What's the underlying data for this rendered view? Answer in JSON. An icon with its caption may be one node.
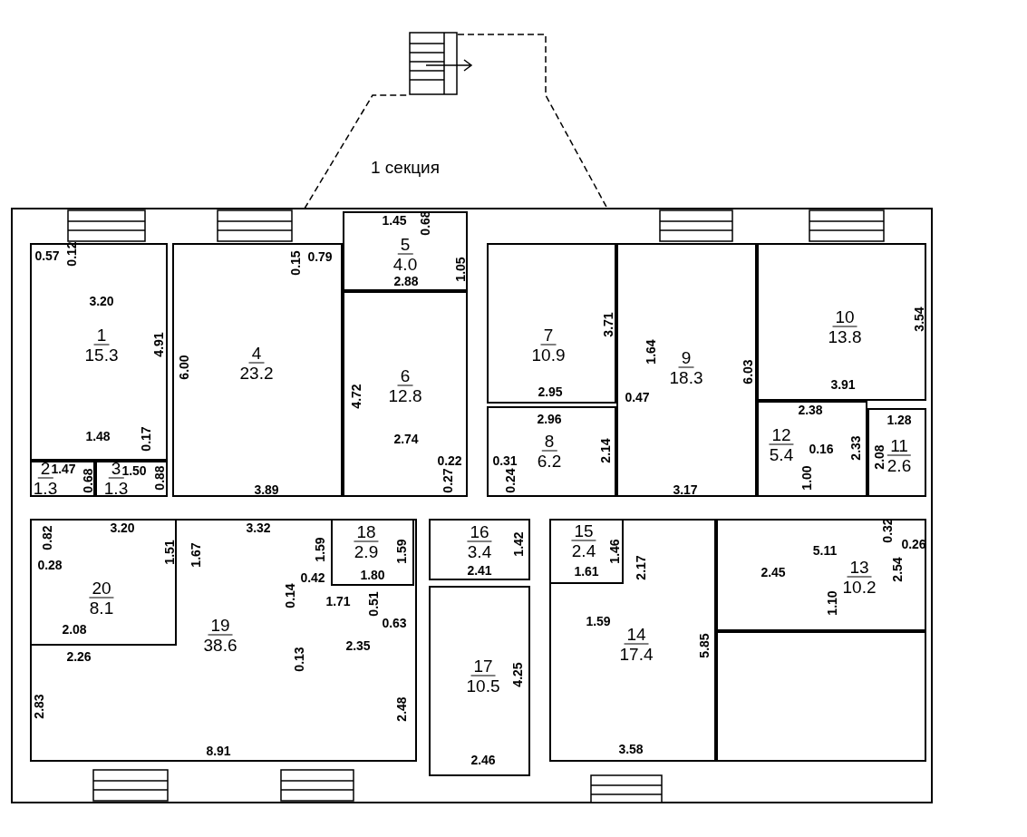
{
  "diagram": {
    "nodes": [
      {
        "text": [
          "1 секция"
        ]
      },
      {
        "text": [
          "1",
          "15.3"
        ]
      },
      {
        "text": [
          "4",
          "23.2"
        ]
      },
      {
        "text": [
          "5",
          "4.0"
        ]
      },
      {
        "text": [
          "6",
          "12.8"
        ]
      },
      {
        "text": [
          "7",
          "10.9"
        ]
      },
      {
        "text": [
          "9",
          "18.3"
        ]
      },
      {
        "text": [
          "10",
          "13.8"
        ]
      },
      {
        "text": [
          "8",
          "6.2"
        ]
      },
      {
        "text": [
          "12",
          "5.4"
        ]
      },
      {
        "text": [
          "11",
          "2.6"
        ]
      },
      {
        "text": [
          "2",
          "1.3"
        ]
      },
      {
        "text": [
          "3",
          "1.3"
        ]
      },
      {
        "text": [
          "20",
          "8.1"
        ],
        "in": 18
      },
      {
        "text": [
          "18",
          "2.9"
        ],
        "in": 18
      },
      {
        "text": [
          "16",
          "3.4"
        ]
      },
      {
        "text": [
          "15",
          "2.4"
        ],
        "in": 20
      },
      {
        "text": [
          "13",
          "10.2"
        ]
      },
      {
        "text": [
          "19",
          "38.6"
        ]
      },
      {
        "text": [
          "17",
          "10.5"
        ]
      },
      {
        "text": [
          "14",
          "17.4"
        ]
      },
      {
        "text": [],
        "shape": "box"
      }
    ],
    "labels": [
      "1.45",
      "0.68",
      "0.57",
      "0.12",
      "0.15",
      "0.79",
      "1.05",
      "2.88",
      "3.20",
      "3.71",
      "3.54",
      "4.91",
      "6.00",
      "1.64",
      "6.03",
      "4.72",
      "2.95",
      "3.91",
      "0.47",
      "2.74",
      "2.96",
      "2.38",
      "1.28",
      "1.48",
      "0.17",
      "2.14",
      "0.16",
      "2.33",
      "2.08",
      "0.22",
      "0.31",
      "1.47",
      "1.50",
      "0.68",
      "0.88",
      "0.27",
      "0.24",
      "1.00",
      "3.89",
      "3.17",
      "0.82",
      "3.20",
      "3.32",
      "1.51",
      "1.67",
      "1.59",
      "1.59",
      "1.42",
      "1.46",
      "2.17",
      "5.11",
      "0.32",
      "0.26",
      "2.54",
      "0.28",
      "0.14",
      "0.42",
      "1.80",
      "2.41",
      "1.61",
      "2.45",
      "1.71",
      "0.51",
      "0.63",
      "1.10",
      "1.59",
      "2.08",
      "2.26",
      "2.35",
      "0.13",
      "2.83",
      "2.48",
      "4.25",
      "5.85",
      "8.91",
      "2.46",
      "3.58"
    ]
  }
}
